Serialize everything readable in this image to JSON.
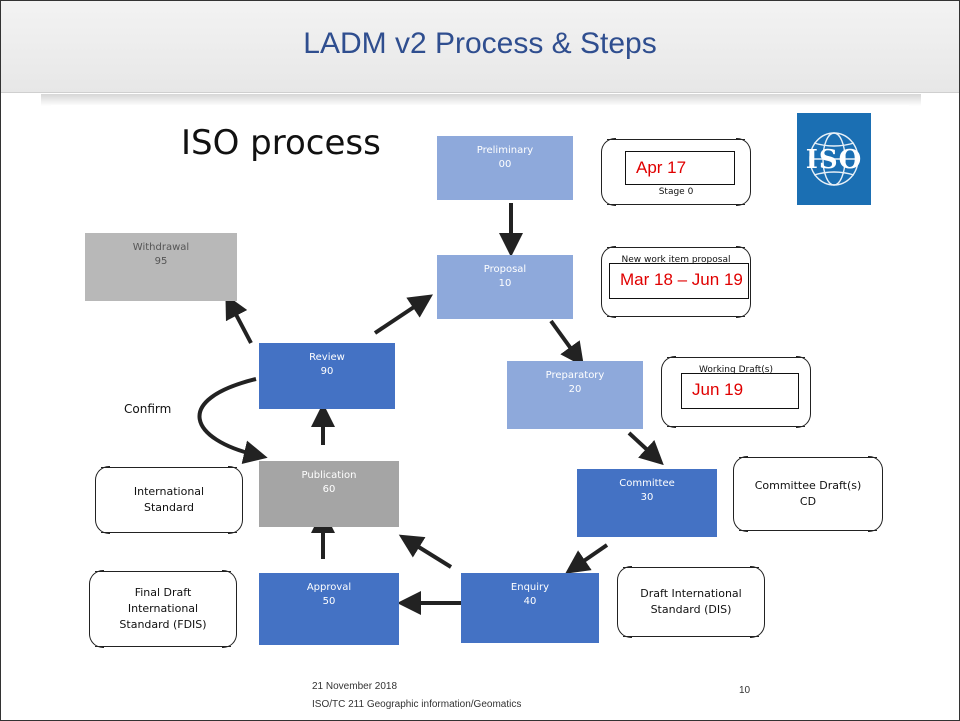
{
  "header": {
    "title": "LADM v2 Process & Steps"
  },
  "diagram": {
    "title": "ISO process",
    "confirm_label": "Confirm",
    "logo_text": "ISO",
    "stages": [
      {
        "id": "preliminary",
        "label": "Preliminary",
        "code": "00"
      },
      {
        "id": "proposal",
        "label": "Proposal",
        "code": "10"
      },
      {
        "id": "preparatory",
        "label": "Preparatory",
        "code": "20"
      },
      {
        "id": "committee",
        "label": "Committee",
        "code": "30"
      },
      {
        "id": "enquiry",
        "label": "Enquiry",
        "code": "40"
      },
      {
        "id": "approval",
        "label": "Approval",
        "code": "50"
      },
      {
        "id": "publication",
        "label": "Publication",
        "code": "60"
      },
      {
        "id": "review",
        "label": "Review",
        "code": "90"
      },
      {
        "id": "withdrawal",
        "label": "Withdrawal",
        "code": "95"
      }
    ],
    "notes": {
      "preliminary": "Stage 0",
      "proposal": "New work item proposal",
      "preparatory": "Working Draft(s)",
      "committee": "Committee Draft(s) CD",
      "enquiry": "Draft International Standard (DIS)",
      "approval": "Final Draft International Standard (FDIS)",
      "publication": "International Standard"
    },
    "overlays": {
      "preliminary": "Apr 17",
      "proposal": "Mar 18 – Jun 19",
      "preparatory": "Jun 19"
    }
  },
  "footer": {
    "date": "21 November 2018",
    "org": "ISO/TC 211 Geographic information/Geomatics",
    "page": "10"
  },
  "colors": {
    "stage_light": "#8ea9db",
    "stage_dark": "#4472c4",
    "stage_gray": "#a5a5a5",
    "title_blue": "#2f4e8f",
    "date_red": "#e00000",
    "iso_blue": "#1b6fb3"
  }
}
